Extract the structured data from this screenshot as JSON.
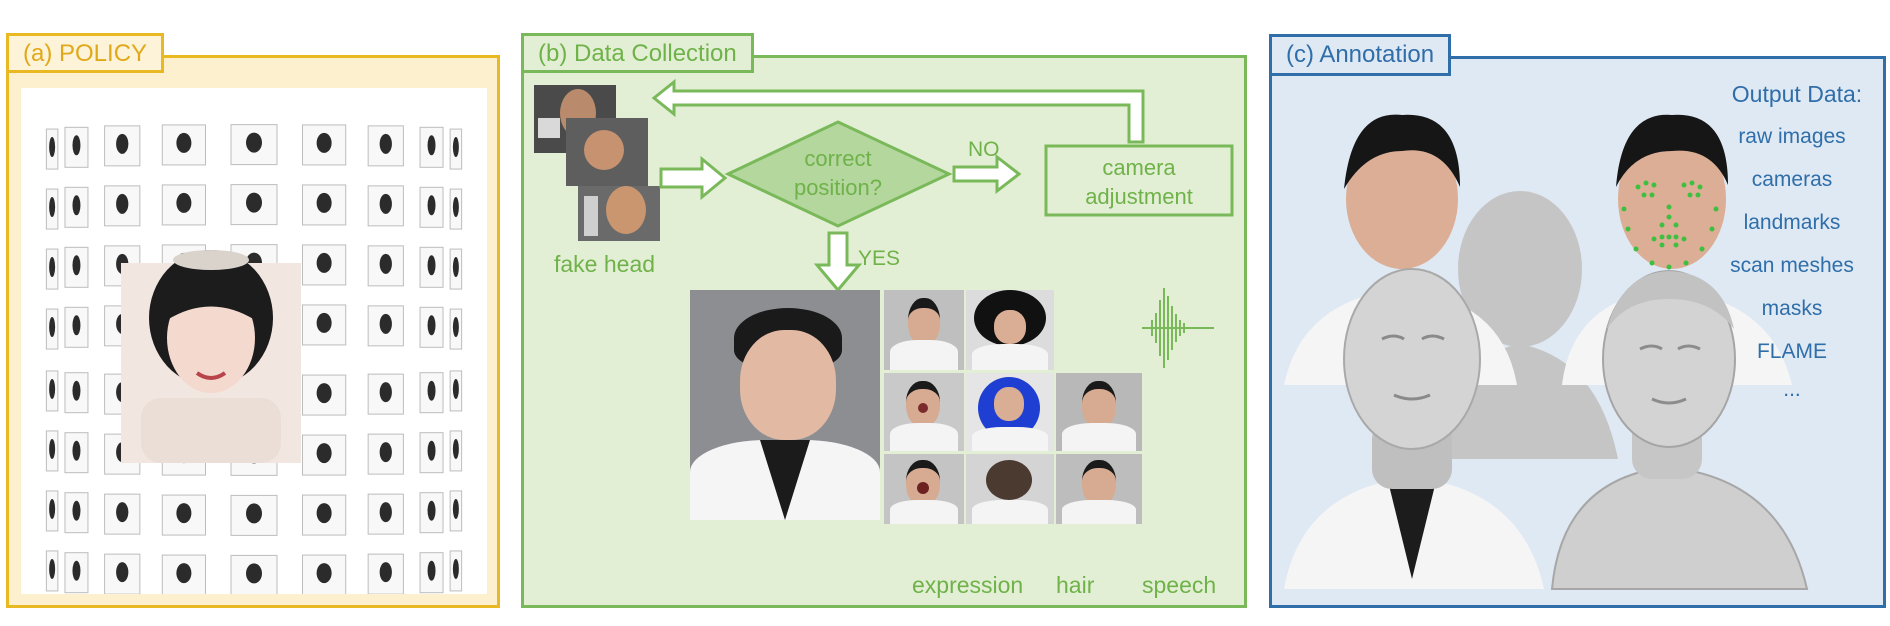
{
  "panel_a": {
    "title": "(a) POLICY"
  },
  "panel_b": {
    "title": "(b) Data Collection",
    "fake_head_label": "fake head",
    "decision_text": [
      "correct",
      "position?"
    ],
    "no_label": "NO",
    "yes_label": "YES",
    "adjust_text": [
      "camera",
      "adjustment"
    ],
    "category_labels": {
      "expression": "expression",
      "hair": "hair",
      "speech": "speech"
    }
  },
  "panel_c": {
    "title": "(c) Annotation",
    "output_heading": "Output Data:",
    "output_items": [
      "raw images",
      "cameras",
      "landmarks",
      "scan meshes",
      "masks",
      "FLAME",
      "..."
    ]
  },
  "colors": {
    "policy": "#e8b923",
    "collection": "#79b95a",
    "annotation": "#2f6ea9",
    "collection_fill": "#e3efd4",
    "annotation_fill": "#dfe9f4",
    "policy_fill": "#fdf0cf"
  }
}
